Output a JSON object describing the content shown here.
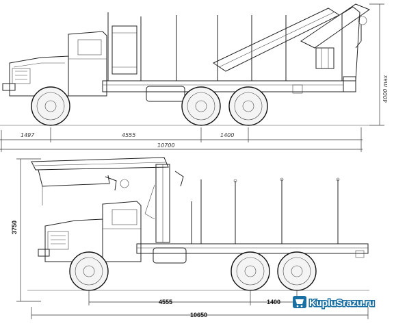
{
  "top_view": {
    "dim_front_overhang": "1497",
    "dim_wheelbase": "4555",
    "dim_bogie": "1400",
    "dim_total_length": "10700",
    "dim_height": "4000 max"
  },
  "bottom_view": {
    "dim_height": "3750",
    "dim_wheelbase": "4555",
    "dim_bogie": "1400",
    "dim_total_length": "10650"
  },
  "watermark": {
    "brand": "KupluSrazu.ru",
    "brand_color": "#1a6fa3"
  }
}
